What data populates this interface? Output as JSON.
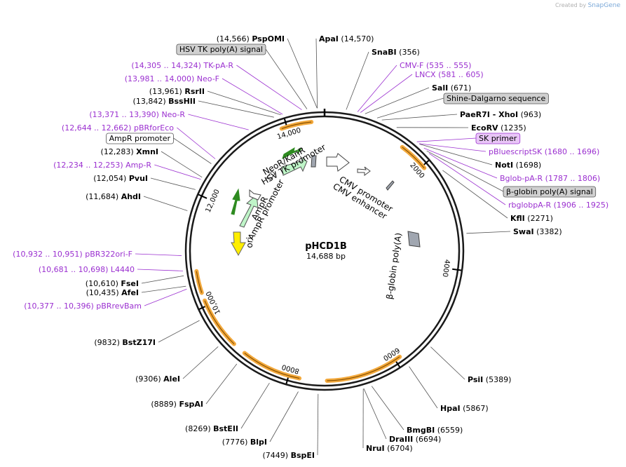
{
  "credit": {
    "prefix": "Created by",
    "brand": "SnapGene"
  },
  "plasmid": {
    "name": "pHCD1B",
    "size": "14,688 bp"
  },
  "scale_ticks": [
    "2000",
    "4000",
    "6000",
    "8000",
    "10,000",
    "12,000",
    "14,000"
  ],
  "feature_labels": [
    "CMV promoter",
    "CMV enhancer",
    "NeoR/KanR",
    "HSV TK promoter",
    "AmpR",
    "AmpR promoter",
    "ori",
    "β-globin poly(A)"
  ],
  "sites": [
    {
      "name": "PspOMI",
      "pos": "(14,566)",
      "style": "black",
      "pos_first": true
    },
    {
      "name": "ApaI",
      "pos": "(14,570)",
      "style": "black"
    },
    {
      "name": "HSV TK poly(A) signal",
      "pos": "",
      "style": "gray"
    },
    {
      "name": "SnaBI",
      "pos": "(356)",
      "style": "black"
    },
    {
      "name": "TK-pA-R",
      "pos": "(14,305 .. 14,324)",
      "style": "purple",
      "pos_first": true
    },
    {
      "name": "CMV-F",
      "pos": "(535 .. 555)",
      "style": "purple"
    },
    {
      "name": "Neo-F",
      "pos": "(13,981 .. 14,000)",
      "style": "purple",
      "pos_first": true
    },
    {
      "name": "LNCX",
      "pos": "(581 .. 605)",
      "style": "purple"
    },
    {
      "name": "RsrII",
      "pos": "(13,961)",
      "style": "black",
      "pos_first": true
    },
    {
      "name": "SalI",
      "pos": "(671)",
      "style": "black"
    },
    {
      "name": "BssHII",
      "pos": "(13,842)",
      "style": "black",
      "pos_first": true
    },
    {
      "name": "Shine-Dalgarno sequence",
      "pos": "",
      "style": "gray"
    },
    {
      "name": "Neo-R",
      "pos": "(13,371 .. 13,390)",
      "style": "purple",
      "pos_first": true
    },
    {
      "name": "PaeR7I - XhoI",
      "pos": "(963)",
      "style": "black"
    },
    {
      "name": "pBRforEco",
      "pos": "(12,644 .. 12,662)",
      "style": "purple",
      "pos_first": true
    },
    {
      "name": "EcoRV",
      "pos": "(1235)",
      "style": "black"
    },
    {
      "name": "AmpR promoter",
      "pos": "",
      "style": "white"
    },
    {
      "name": "SK primer",
      "pos": "",
      "style": "violet"
    },
    {
      "name": "XmnI",
      "pos": "(12,283)",
      "style": "black",
      "pos_first": true
    },
    {
      "name": "pBluescriptSK",
      "pos": "(1680 .. 1696)",
      "style": "purple"
    },
    {
      "name": "Amp-R",
      "pos": "(12,234 .. 12,253)",
      "style": "purple",
      "pos_first": true
    },
    {
      "name": "NotI",
      "pos": "(1698)",
      "style": "black"
    },
    {
      "name": "PvuI",
      "pos": "(12,054)",
      "style": "black",
      "pos_first": true
    },
    {
      "name": "Bglob-pA-R",
      "pos": "(1787 .. 1806)",
      "style": "purple"
    },
    {
      "name": "β-globin poly(A) signal",
      "pos": "",
      "style": "gray"
    },
    {
      "name": "AhdI",
      "pos": "(11,684)",
      "style": "black",
      "pos_first": true
    },
    {
      "name": "rbglobpA-R",
      "pos": "(1906 .. 1925)",
      "style": "purple"
    },
    {
      "name": "KflI",
      "pos": "(2271)",
      "style": "black"
    },
    {
      "name": "SwaI",
      "pos": "(3382)",
      "style": "black"
    },
    {
      "name": "pBR322ori-F",
      "pos": "(10,932 .. 10,951)",
      "style": "purple",
      "pos_first": true
    },
    {
      "name": "L4440",
      "pos": "(10,681 .. 10,698)",
      "style": "purple",
      "pos_first": true
    },
    {
      "name": "FseI",
      "pos": "(10,610)",
      "style": "black",
      "pos_first": true
    },
    {
      "name": "AfeI",
      "pos": "(10,435)",
      "style": "black",
      "pos_first": true
    },
    {
      "name": "pBRrevBam",
      "pos": "(10,377 .. 10,396)",
      "style": "purple",
      "pos_first": true
    },
    {
      "name": "BstZ17I",
      "pos": "(9832)",
      "style": "black",
      "pos_first": true
    },
    {
      "name": "PsiI",
      "pos": "(5389)",
      "style": "black"
    },
    {
      "name": "AleI",
      "pos": "(9306)",
      "style": "black",
      "pos_first": true
    },
    {
      "name": "HpaI",
      "pos": "(5867)",
      "style": "black"
    },
    {
      "name": "FspAI",
      "pos": "(8889)",
      "style": "black",
      "pos_first": true
    },
    {
      "name": "BmgBI",
      "pos": "(6559)",
      "style": "black"
    },
    {
      "name": "BstEII",
      "pos": "(8269)",
      "style": "black",
      "pos_first": true
    },
    {
      "name": "DraIII",
      "pos": "(6694)",
      "style": "black"
    },
    {
      "name": "BlpI",
      "pos": "(7776)",
      "style": "black",
      "pos_first": true
    },
    {
      "name": "NruI",
      "pos": "(6704)",
      "style": "black"
    },
    {
      "name": "BspEI",
      "pos": "(7449)",
      "style": "black",
      "pos_first": true
    }
  ],
  "colors": {
    "backbone": "#1a1a1a",
    "orf_orange": "#f3a93c",
    "feature_green": "#bff5c8",
    "feature_green_dark": "#2e8b20",
    "ori_yellow": "#ffee00",
    "polyA_gray": "#a0a6b0",
    "primer_purple": "#9b30d0",
    "label_gray_bg": "#d0d0d0",
    "label_violet_bg": "#e9c6f7"
  }
}
